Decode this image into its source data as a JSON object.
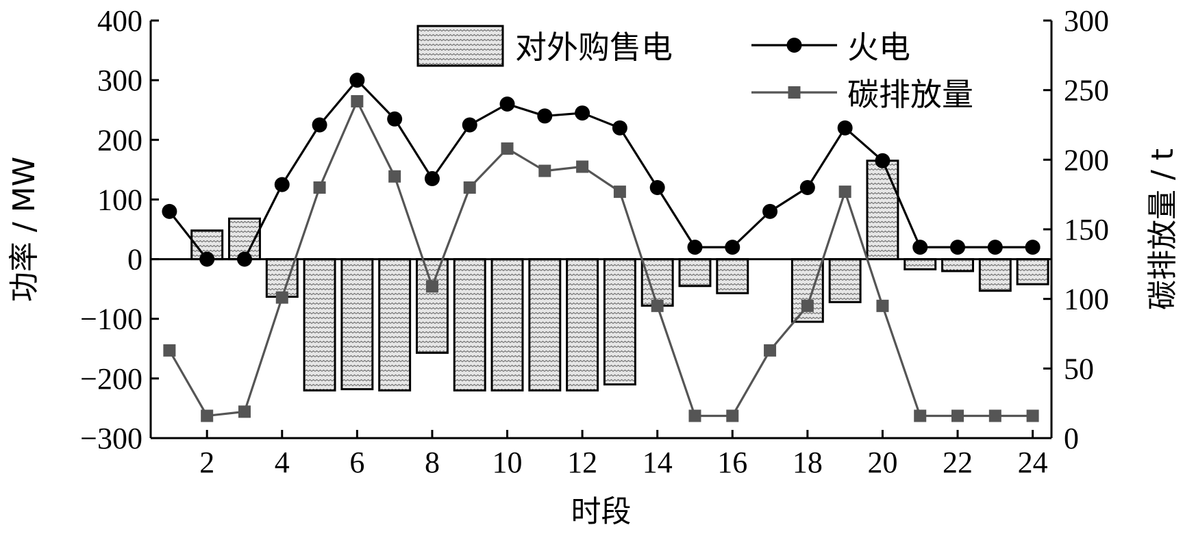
{
  "chart_data": {
    "type": "bar",
    "xlabel": "时段",
    "ylabel_left": "功率 / MW",
    "ylabel_right": "碳排放量 / t",
    "ylim_left": [
      -300,
      400
    ],
    "yticks_left": [
      -300,
      -200,
      -100,
      0,
      100,
      200,
      300,
      400
    ],
    "ylim_right": [
      0,
      300
    ],
    "yticks_right": [
      0,
      50,
      100,
      150,
      200,
      250,
      300
    ],
    "xlim": [
      0.5,
      24.5
    ],
    "xticks": [
      2,
      4,
      6,
      8,
      10,
      12,
      14,
      16,
      18,
      20,
      22,
      24
    ],
    "grid": false,
    "legend_position": "top",
    "categories": [
      1,
      2,
      3,
      4,
      5,
      6,
      7,
      8,
      9,
      10,
      11,
      12,
      13,
      14,
      15,
      16,
      17,
      18,
      19,
      20,
      21,
      22,
      23,
      24
    ],
    "series": [
      {
        "name": "对外购售电",
        "kind": "bar",
        "axis": "left",
        "values": [
          0,
          48,
          68,
          -63,
          -220,
          -218,
          -220,
          -157,
          -220,
          -220,
          -220,
          -220,
          -210,
          -78,
          -45,
          -57,
          0,
          -105,
          -72,
          165,
          -17,
          -20,
          -53,
          -42
        ]
      },
      {
        "name": "火电",
        "kind": "line",
        "marker": "circle",
        "color": "#000000",
        "axis": "left",
        "values": [
          80,
          0,
          0,
          125,
          225,
          300,
          235,
          135,
          225,
          260,
          240,
          245,
          220,
          120,
          20,
          20,
          80,
          120,
          220,
          165,
          20,
          20,
          20,
          20
        ]
      },
      {
        "name": "碳排放量",
        "kind": "line",
        "marker": "square",
        "color": "#555555",
        "axis": "right",
        "values": [
          63,
          16,
          19,
          101,
          180,
          242,
          188,
          109,
          180,
          208,
          192,
          195,
          177,
          95,
          16,
          16,
          63,
          95,
          177,
          95,
          16,
          16,
          16,
          16
        ]
      }
    ]
  }
}
